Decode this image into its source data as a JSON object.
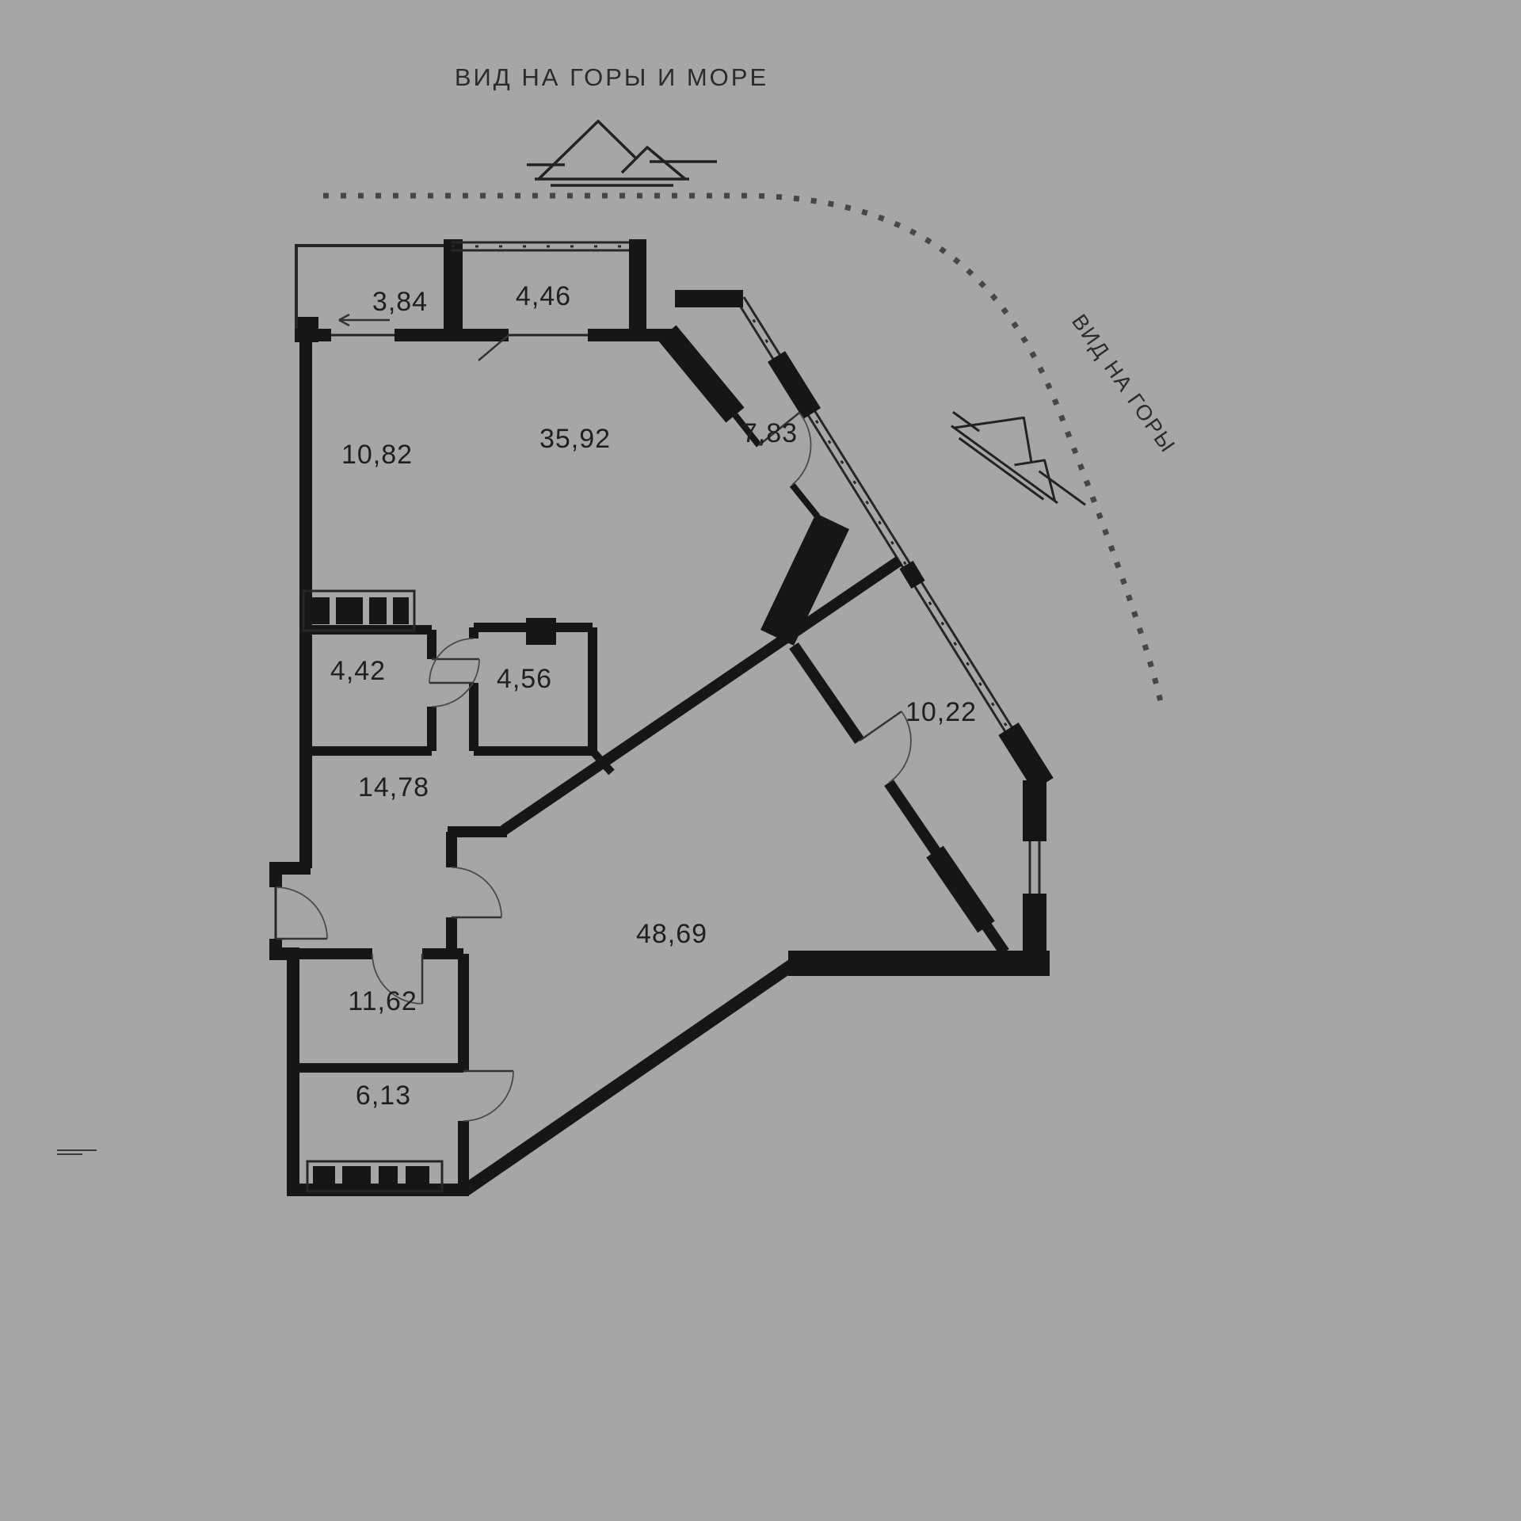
{
  "title": "ВИД НА ГОРЫ И МОРЕ",
  "side_label": "ВИД НА ГОРЫ",
  "rooms": [
    {
      "area": "3,84"
    },
    {
      "area": "4,46"
    },
    {
      "area": "10,82"
    },
    {
      "area": "35,92"
    },
    {
      "area": "7,83"
    },
    {
      "area": "4,42"
    },
    {
      "area": "4,56"
    },
    {
      "area": "10,22"
    },
    {
      "area": "14,78"
    },
    {
      "area": "48,69"
    },
    {
      "area": "11,62"
    },
    {
      "area": "6,13"
    }
  ],
  "colors": {
    "background": "#a6a6a6",
    "line": "#161616",
    "label": "#1f1f1f"
  }
}
